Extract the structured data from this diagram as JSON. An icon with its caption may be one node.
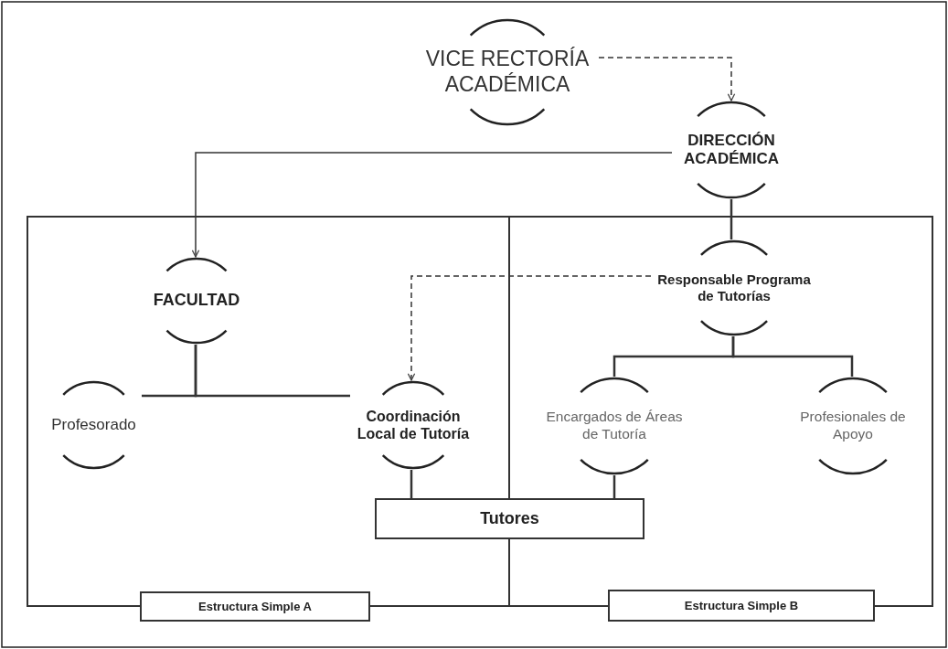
{
  "diagram": {
    "nodes": [
      {
        "text": [
          "VICE RECTORÍA ACADÉMICA"
        ]
      },
      {
        "text": [
          "DIRECCIÓN ACADÉMICA"
        ]
      },
      {
        "text": [
          "FACULTAD"
        ]
      },
      {
        "text": [
          "Profesorado"
        ]
      },
      {
        "text": [
          "Coordinación Local de Tutoría"
        ]
      },
      {
        "text": [
          "Responsable Programa de Tutorías"
        ]
      },
      {
        "text": [
          "Encargados de Áreas de Tutoría"
        ]
      },
      {
        "text": [
          "Profesionales de Apoyo"
        ]
      },
      {
        "text": [
          "Tutores"
        ]
      },
      {
        "text": [
          "Estructura Simple A"
        ]
      },
      {
        "text": [
          "Estructura Simple B"
        ]
      }
    ],
    "edges": [
      {
        "from": 0,
        "to": 1,
        "arrow": "to",
        "style": "dashed"
      },
      {
        "from": 1,
        "to": 2,
        "arrow": "to"
      },
      {
        "from": 1,
        "to": 5,
        "arrow": "none"
      },
      {
        "from": 5,
        "to": 4,
        "arrow": "to",
        "style": "dashed"
      },
      {
        "from": 2,
        "to": 3,
        "arrow": "none"
      },
      {
        "from": 2,
        "to": 4,
        "arrow": "none"
      },
      {
        "from": 5,
        "to": 6,
        "arrow": "none"
      },
      {
        "from": 5,
        "to": 7,
        "arrow": "none"
      },
      {
        "from": 4,
        "to": 8,
        "arrow": "none"
      },
      {
        "from": 6,
        "to": 8,
        "arrow": "none"
      }
    ]
  }
}
